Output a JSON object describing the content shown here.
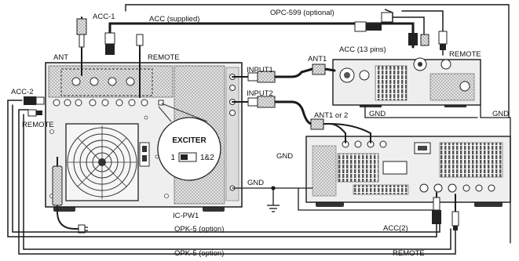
{
  "labels": {
    "acc1": "ACC-1",
    "acc_supplied": "ACC (supplied)",
    "opc599": "OPC-599 (optional)",
    "ant": "ANT",
    "remote_top": "REMOTE",
    "acc2": "ACC-2",
    "remote_left": "REMOTE",
    "input1": "INPUT1",
    "input2": "INPUT2",
    "ant1": "ANT1",
    "ant1_or_2": "ANT1 or 2",
    "acc13": "ACC (13 pins)",
    "remote_right": "REMOTE",
    "gnd_upper": "GND",
    "gnd_right": "GND",
    "gnd_mid": "GND",
    "gnd_left": "GND",
    "exciter": "EXCITER",
    "exciter_1": "1",
    "exciter_12": "1&2",
    "model": "IC-PW1",
    "opk5_a": "OPK-5 (option)",
    "opk5_b": "OPK-5 (option)",
    "acc2_paren": "ACC(2)",
    "remote_bottom": "REMOTE"
  },
  "colors": {
    "ink": "#1a1a1a",
    "panel": "#eeeeee",
    "mid": "#8a8a8a",
    "dark": "#555555"
  }
}
